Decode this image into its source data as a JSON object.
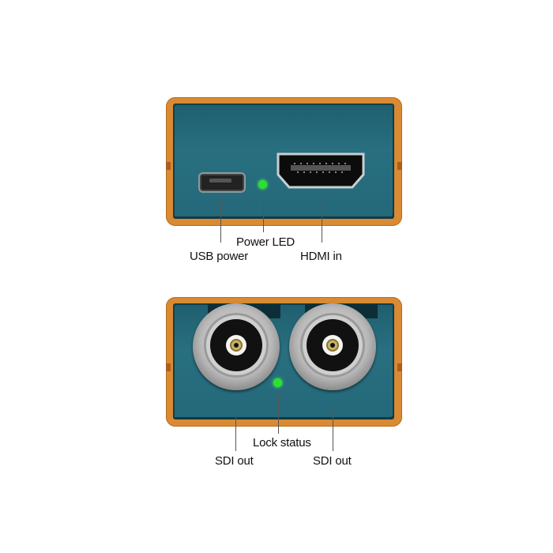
{
  "top_panel": {
    "ports": [
      {
        "name": "usb-power",
        "label": "USB power"
      },
      {
        "name": "power-led",
        "label": "Power LED"
      },
      {
        "name": "hdmi-in",
        "label": "HDMI in"
      }
    ]
  },
  "bottom_panel": {
    "ports": [
      {
        "name": "sdi-out-1",
        "label": "SDI out"
      },
      {
        "name": "lock-status",
        "label": "Lock status"
      },
      {
        "name": "sdi-out-2",
        "label": "SDI out"
      }
    ]
  },
  "colors": {
    "housing": "#d98a33",
    "face": "#24697a",
    "led": "#2ee02e"
  }
}
